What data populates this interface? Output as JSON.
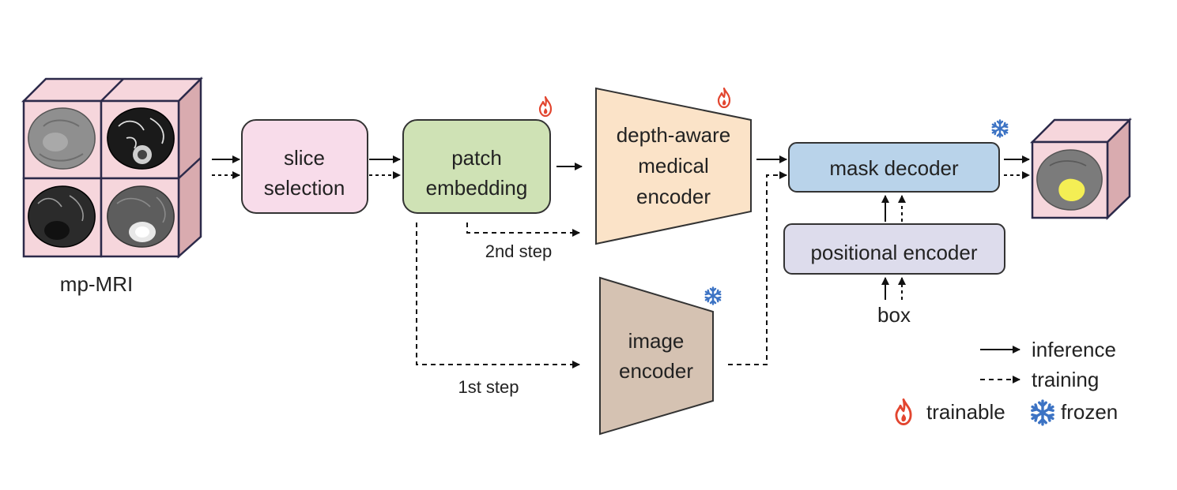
{
  "labels": {
    "input": "mp-MRI",
    "slice_line1": "slice",
    "slice_line2": "selection",
    "patch_line1": "patch",
    "patch_line2": "embedding",
    "dame_line1": "depth-aware",
    "dame_line2": "medical",
    "dame_line3": "encoder",
    "image_enc_line1": "image",
    "image_enc_line2": "encoder",
    "mask_decoder": "mask decoder",
    "positional_encoder": "positional encoder",
    "box": "box",
    "step2": "2nd step",
    "step1": "1st step"
  },
  "legend": {
    "inference": "inference",
    "training": "training",
    "trainable": "trainable",
    "frozen": "frozen"
  },
  "colors": {
    "slice_selection": "#f8dcea",
    "patch_embedding": "#cfe2b5",
    "depth_aware_encoder": "#fbe3c8",
    "image_encoder": "#d5c2b2",
    "mask_decoder": "#b9d3ea",
    "positional_encoder": "#dddcec",
    "cube_face": "#f6d6dc",
    "cube_side": "#d9abaf",
    "cube_edge": "#2c2a4a",
    "tumor": "#f4ee54",
    "flame": "#e2452f",
    "snowflake": "#3c73c4"
  },
  "icons": {
    "trainable": "flame-icon",
    "frozen": "snowflake-icon"
  }
}
